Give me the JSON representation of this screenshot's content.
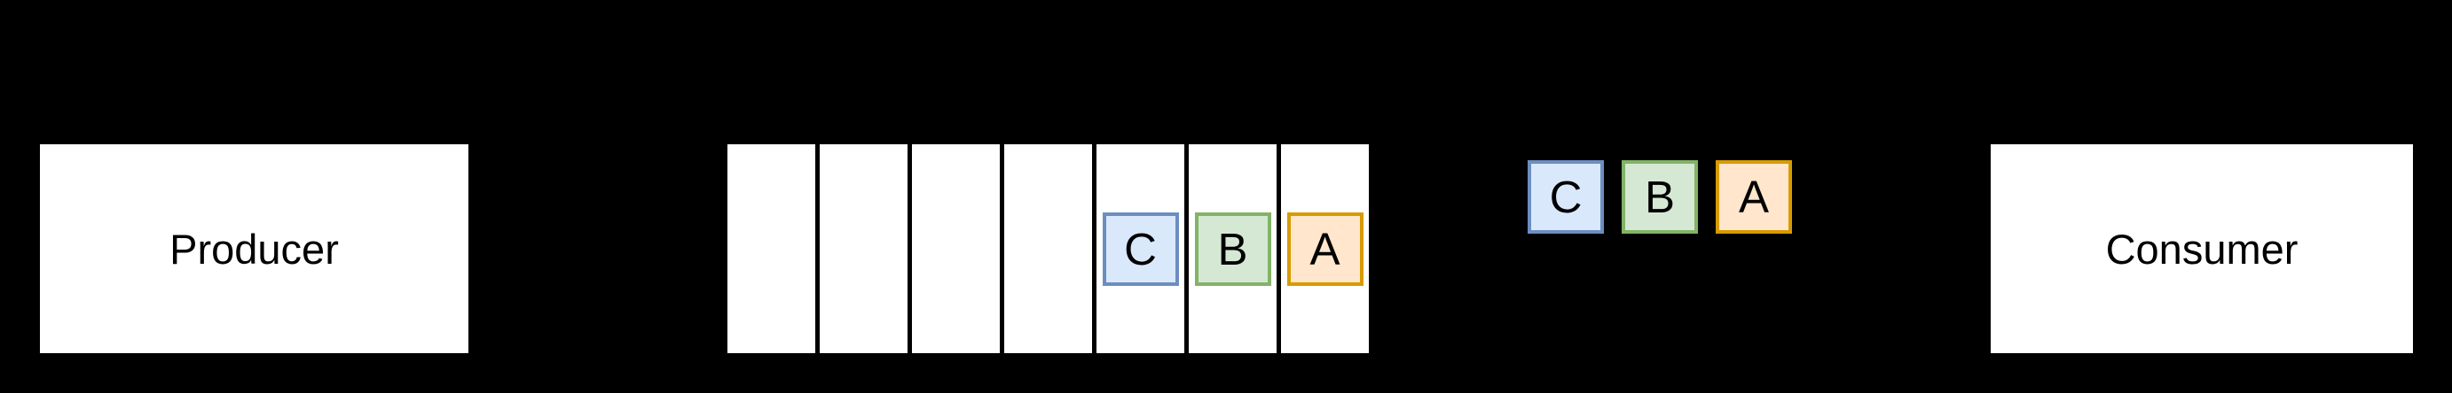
{
  "background": "#000000",
  "producer": {
    "label": "Producer"
  },
  "consumer": {
    "label": "Consumer"
  },
  "queue": {
    "cell_count": 7,
    "cells": [
      {
        "item": null
      },
      {
        "item": null
      },
      {
        "item": null
      },
      {
        "item": null
      },
      {
        "item": {
          "label": "C",
          "color": "blue"
        }
      },
      {
        "item": {
          "label": "B",
          "color": "green"
        }
      },
      {
        "item": {
          "label": "A",
          "color": "orange"
        }
      }
    ]
  },
  "in_transit": {
    "items": [
      {
        "label": "C",
        "color": "blue"
      },
      {
        "label": "B",
        "color": "green"
      },
      {
        "label": "A",
        "color": "orange"
      }
    ]
  },
  "palette": {
    "blue": {
      "fill": "#dae8fc",
      "stroke": "#6c8ebf"
    },
    "green": {
      "fill": "#d5e8d4",
      "stroke": "#82b366"
    },
    "orange": {
      "fill": "#ffe6cc",
      "stroke": "#d79b00"
    },
    "node_fill": "#ffffff",
    "text": "#000000"
  }
}
